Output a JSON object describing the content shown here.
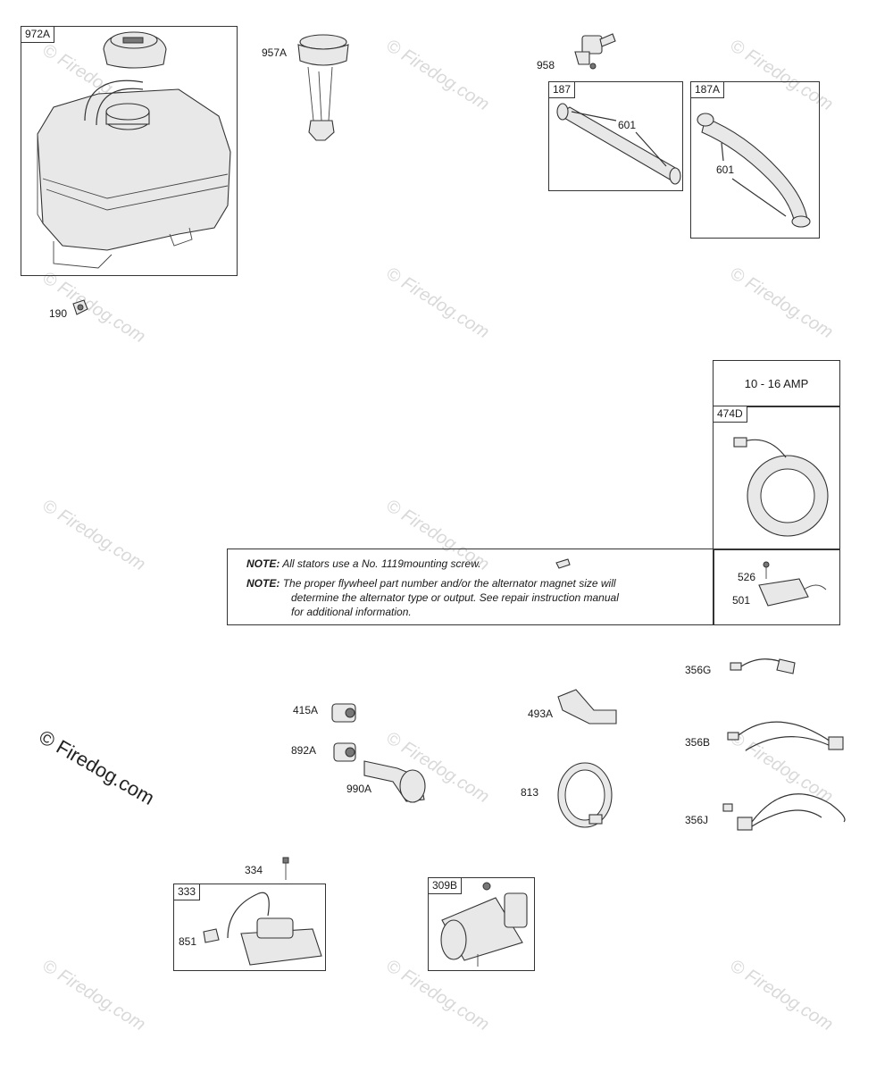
{
  "watermark": {
    "text": "© Firedog.com"
  },
  "boxes": {
    "b972A": "972A",
    "b187": "187",
    "b187A": "187A",
    "b474D": "474D",
    "b333": "333",
    "b309B": "309B"
  },
  "amp_header": "10 - 16 AMP",
  "labels": {
    "l957A": "957A",
    "l958": "958",
    "l601a": "601",
    "l601b": "601",
    "l190": "190",
    "l526": "526",
    "l501": "501",
    "l356G": "356G",
    "l356B": "356B",
    "l356J": "356J",
    "l415A": "415A",
    "l892A": "892A",
    "l990A": "990A",
    "l493A": "493A",
    "l813": "813",
    "l334": "334",
    "l851": "851"
  },
  "notes": {
    "n1_label": "NOTE:",
    "n1_text": "All stators use a No. 1119mounting screw.",
    "n2_label": "NOTE:",
    "n2_line1": "The proper flywheel part number and/or the alternator magnet size will",
    "n2_line2": "determine the alternator type or output. See repair instruction manual",
    "n2_line3": "for additional information."
  }
}
